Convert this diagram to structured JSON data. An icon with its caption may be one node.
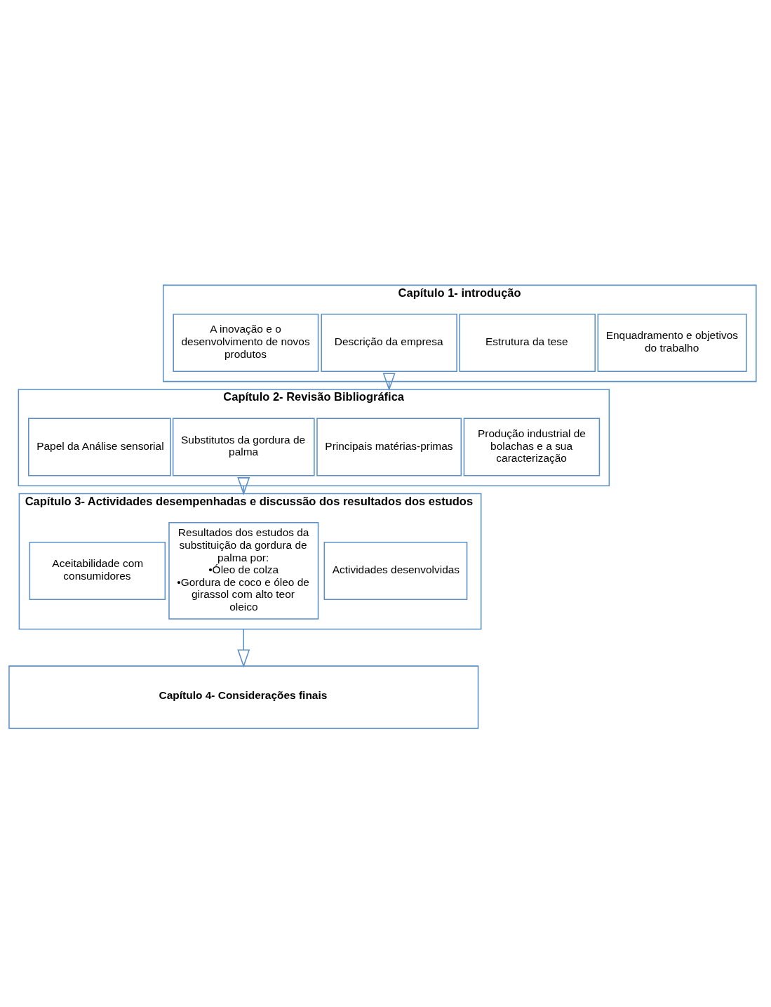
{
  "diagram": {
    "nodes": [
      {
        "text": [
          "Capítulo 1- introdução"
        ]
      },
      {
        "text": [
          "Enquadramento e objetivos do trabalho"
        ],
        "in": 0
      },
      {
        "text": [
          "Estrutura da tese"
        ],
        "in": 0
      },
      {
        "text": [
          "Descrição da empresa"
        ],
        "in": 0
      },
      {
        "text": [
          "A inovação e o desenvolvimento de novos produtos"
        ],
        "in": 0
      },
      {
        "text": [
          "Capítulo 2- Revisão Bibliográfica"
        ]
      },
      {
        "text": [
          "Produção industrial de bolachas e a sua caracterização"
        ],
        "in": 5
      },
      {
        "text": [
          "Principais matérias-primas"
        ],
        "in": 5
      },
      {
        "text": [
          "Substitutos da gordura de palma"
        ],
        "in": 5
      },
      {
        "text": [
          "Papel da Análise sensorial"
        ],
        "in": 5
      },
      {
        "text": [
          "Capítulo 3- Actividades desempenhadas e discussão dos resultados dos estudos"
        ]
      },
      {
        "text": [
          "Actividades desenvolvidas"
        ],
        "in": 10
      },
      {
        "text": [
          "Resultados dos estudos da substituição da gordura de palma por:",
          "•Óleo de colza",
          "•Gordura de coco e óleo de girassol com alto teor oleico"
        ],
        "in": 10
      },
      {
        "text": [
          "Aceitabilidade com consumidores"
        ],
        "in": 10
      },
      {
        "text": [
          "Capítulo 4- Considerações finais"
        ]
      }
    ],
    "edges": [
      {
        "from": 0,
        "to": 5,
        "arrow": "to"
      },
      {
        "from": 5,
        "to": 10,
        "arrow": "to"
      },
      {
        "from": 10,
        "to": 14,
        "arrow": "to"
      }
    ]
  }
}
